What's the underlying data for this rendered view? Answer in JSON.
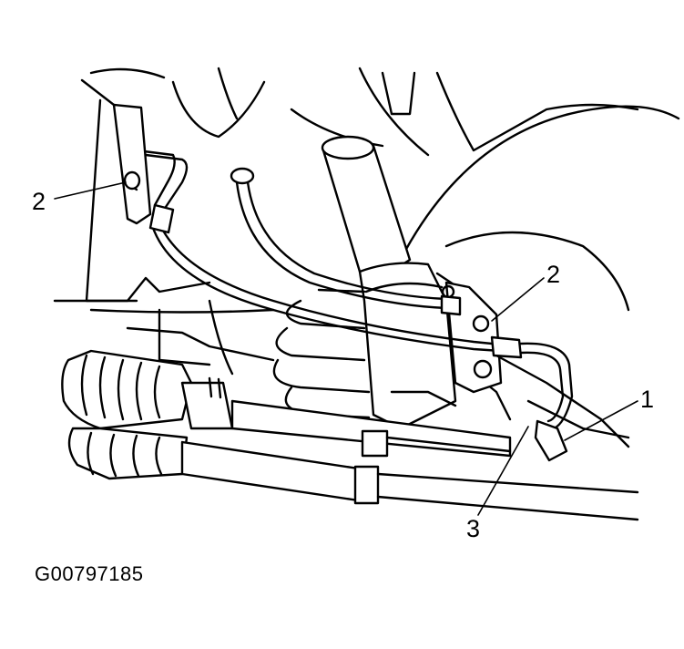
{
  "callouts": [
    {
      "id": "callout-2-left",
      "label": "2"
    },
    {
      "id": "callout-2-right",
      "label": "2"
    },
    {
      "id": "callout-1",
      "label": "1"
    },
    {
      "id": "callout-3",
      "label": "3"
    }
  ],
  "figure_id": "G00797185"
}
